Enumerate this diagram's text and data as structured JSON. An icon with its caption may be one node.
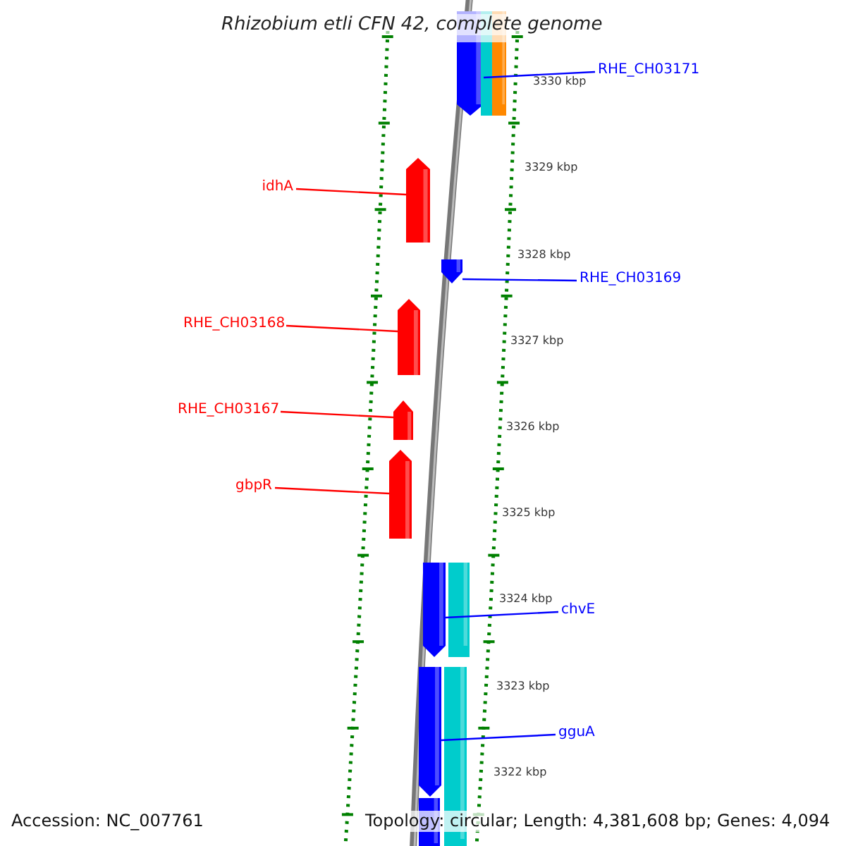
{
  "diagram": {
    "title": "Rhizobium etli CFN 42, complete genome",
    "nodes": [
      {
        "text": [],
        "shape": "arrow"
      },
      {
        "text": [],
        "shape": "bar"
      },
      {
        "text": [],
        "shape": "bar"
      },
      {
        "text": [
          "RHE_CH03171"
        ]
      },
      {
        "text": [
          "idhA"
        ]
      },
      {
        "text": [],
        "shape": "arrow"
      },
      {
        "text": [],
        "shape": "arrow"
      },
      {
        "text": [
          "RHE_CH03169"
        ]
      },
      {
        "text": [
          "RHE_CH03168"
        ]
      },
      {
        "text": [],
        "shape": "arrow"
      },
      {
        "text": [
          "RHE_CH03167"
        ]
      },
      {
        "text": [],
        "shape": "arrow"
      },
      {
        "text": [
          "gbpR"
        ]
      },
      {
        "text": [],
        "shape": "arrow"
      },
      {
        "text": [],
        "shape": "arrow"
      },
      {
        "text": [],
        "shape": "bar"
      },
      {
        "text": [
          "chvE"
        ]
      },
      {
        "text": [],
        "shape": "arrow"
      },
      {
        "text": [],
        "shape": "bar"
      },
      {
        "text": [
          "gguA"
        ]
      },
      {
        "text": [],
        "shape": "arrow"
      }
    ],
    "edges": [
      {
        "from": 3,
        "to": 0,
        "arrow": "none"
      },
      {
        "from": 4,
        "to": 5,
        "arrow": "none",
        "color": "#ff0000"
      },
      {
        "from": 7,
        "to": 6,
        "arrow": "none"
      },
      {
        "from": 8,
        "to": 9,
        "arrow": "none",
        "color": "#ff0000"
      },
      {
        "from": 10,
        "to": 11,
        "arrow": "none",
        "color": "#ff0000"
      },
      {
        "from": 12,
        "to": 13,
        "arrow": "none",
        "color": "#ff0000"
      },
      {
        "from": 16,
        "to": 14,
        "arrow": "none"
      },
      {
        "from": 19,
        "to": 17,
        "arrow": "none"
      }
    ],
    "labels": [
      "3330 kbp",
      "3329 kbp",
      "3328 kbp",
      "3327 kbp",
      "3326 kbp",
      "3325 kbp",
      "3324 kbp",
      "3323 kbp",
      "3322 kbp",
      "Accession: NC_007761",
      "Topology: circular; Length: 4,381,608 bp; Genes: 4,094"
    ]
  }
}
